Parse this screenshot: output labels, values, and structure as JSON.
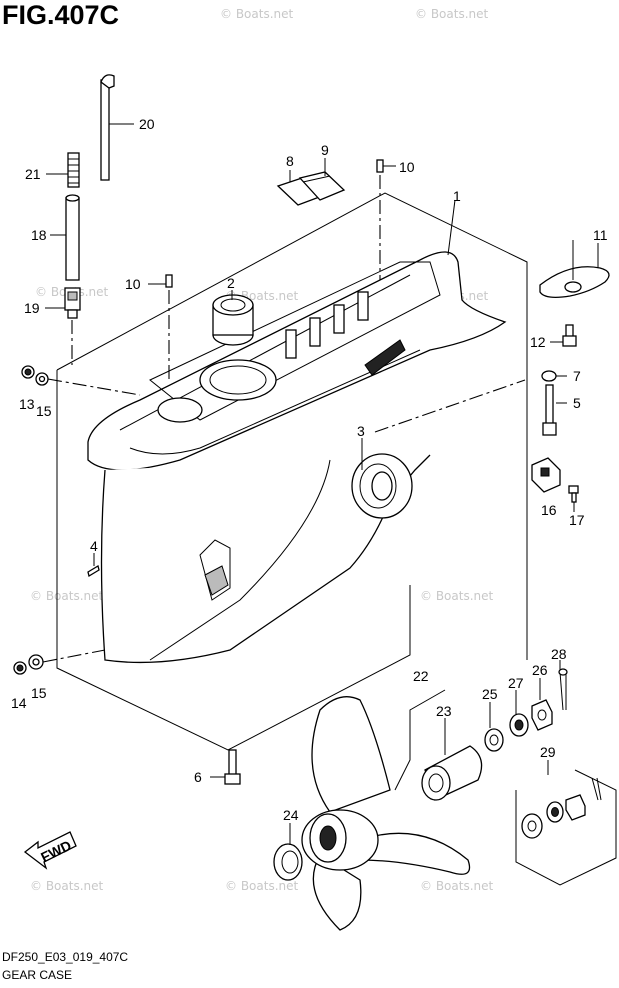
{
  "figure_title": "FIG.407C",
  "drawing_code": "DF250_E03_019_407C",
  "caption": "GEAR CASE",
  "watermark": "© Boats.net",
  "fwd_label": "FWD",
  "part_labels": {
    "p1": "1",
    "p2": "2",
    "p3": "3",
    "p4": "4",
    "p5": "5",
    "p6": "6",
    "p7": "7",
    "p8": "8",
    "p9": "9",
    "p10a": "10",
    "p10b": "10",
    "p11": "11",
    "p12": "12",
    "p13": "13",
    "p14": "14",
    "p15a": "15",
    "p15b": "15",
    "p16": "16",
    "p17": "17",
    "p18": "18",
    "p19": "19",
    "p20": "20",
    "p21": "21",
    "p22": "22",
    "p23": "23",
    "p24": "24",
    "p25": "25",
    "p26": "26",
    "p27": "27",
    "p28": "28",
    "p29": "29"
  }
}
